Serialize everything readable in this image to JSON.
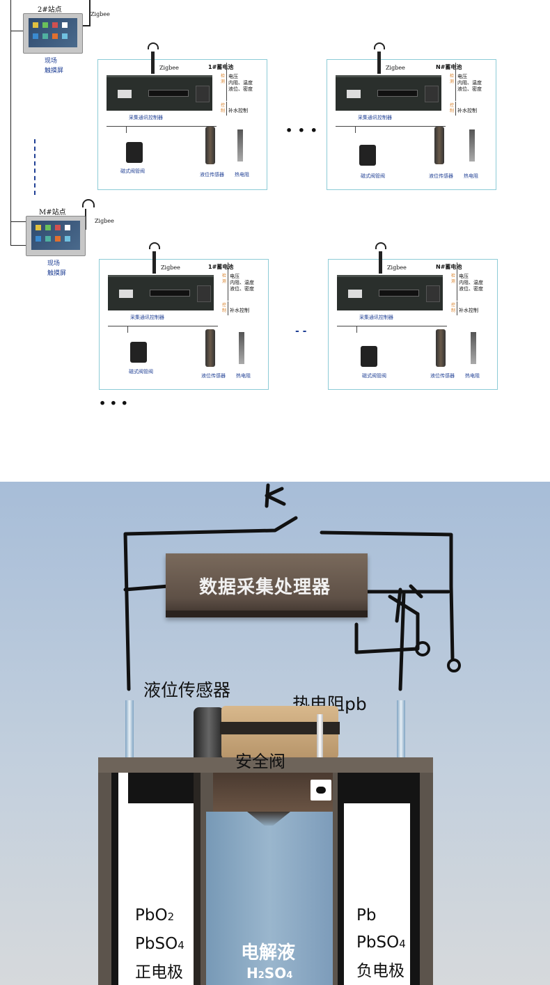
{
  "top_diagram": {
    "stations": [
      {
        "label": "2#站点",
        "zigbee": "Zigbee",
        "caption_line1": "现场",
        "caption_line2": "触摸屏"
      },
      {
        "label": "M#站点",
        "zigbee": "Zigbee",
        "caption_line1": "现场",
        "caption_line2": "触摸屏"
      }
    ],
    "panels": [
      {
        "zigbee": "Zigbee",
        "battery": "1#蓄电池",
        "detect_tag": "检测",
        "measures": [
          "电压",
          "内阻、温度",
          "液位、密度"
        ],
        "control_tag": "控制",
        "control": "补水控制",
        "controller": "采集通讯控制器",
        "valve": "磁式阀管阀",
        "level_sensor": "液位传感器",
        "thermistor": "热电阻"
      },
      {
        "zigbee": "Zigbee",
        "battery": "N#蓄电池",
        "detect_tag": "检测",
        "measures": [
          "电压",
          "内阻、温度",
          "液位、密度"
        ],
        "control_tag": "控制",
        "control": "补水控制",
        "controller": "采集通讯控制器",
        "valve": "磁式阀管阀",
        "level_sensor": "液位传感器",
        "thermistor": "热电阻"
      },
      {
        "zigbee": "Zigbee",
        "battery": "1#蓄电池",
        "detect_tag": "检测",
        "measures": [
          "电压",
          "内阻、温度",
          "液位、密度"
        ],
        "control_tag": "控制",
        "control": "补水控制",
        "controller": "采集通讯控制器",
        "valve": "磁式阀管阀",
        "level_sensor": "液位传感器",
        "thermistor": "热电阻"
      },
      {
        "zigbee": "Zigbee",
        "battery": "N#蓄电池",
        "detect_tag": "检测",
        "measures": [
          "电压",
          "内阻、温度",
          "液位、密度"
        ],
        "control_tag": "控制",
        "control": "补水控制",
        "controller": "采集通讯控制器",
        "valve": "磁式阀管阀",
        "level_sensor": "液位传感器",
        "thermistor": "热电阻"
      }
    ],
    "ellipsis_dots": "• • •",
    "ellipsis_dash": "- -"
  },
  "bottom_diagram": {
    "processor": "数据采集处理器",
    "level_sensor": "液位传感器",
    "thermistor": "热电阻pb",
    "safety_valve": "安全阀",
    "left_electrode": {
      "line1": "PbO",
      "line1_sub": "2",
      "line2": "PbSO",
      "line2_sub": "4",
      "line3": "正电极"
    },
    "electrolyte": {
      "label": "电解液",
      "formula_a": "H",
      "formula_sub_a": "2",
      "formula_b": "SO",
      "formula_sub_b": "4"
    },
    "right_electrode": {
      "line1": "Pb",
      "line2": "PbSO",
      "line2_sub": "4",
      "line3": "负电极"
    },
    "colors": {
      "sky": "#a9bed6",
      "processor": "#6a5a4e",
      "casing": "#5c544c",
      "electrolyte": "#8fb0c9"
    }
  }
}
